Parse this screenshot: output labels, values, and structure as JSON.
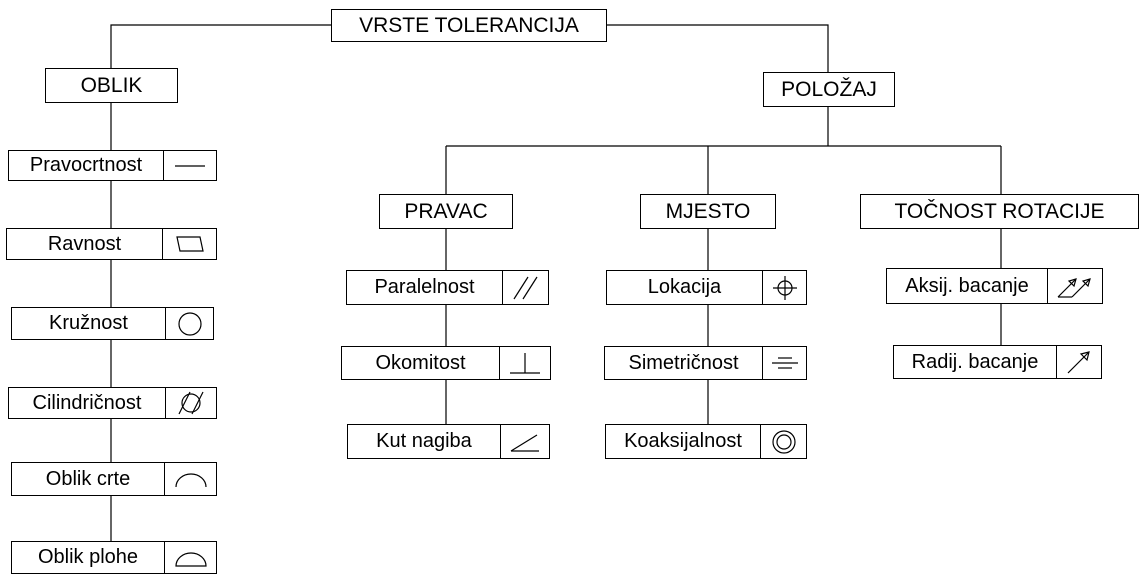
{
  "root": "VRSTE TOLERANCIJA",
  "groups": {
    "oblik": "OBLIK",
    "polozaj": "POLOŽAJ",
    "pravac": "PRAVAC",
    "mjesto": "MJESTO",
    "tocnost": "TOČNOST ROTACIJE"
  },
  "oblik_items": [
    {
      "label": "Pravocrtnost",
      "icon": "straightness-icon"
    },
    {
      "label": "Ravnost",
      "icon": "flatness-icon"
    },
    {
      "label": "Kružnost",
      "icon": "circularity-icon"
    },
    {
      "label": "Cilindričnost",
      "icon": "cylindricity-icon"
    },
    {
      "label": "Oblik crte",
      "icon": "line-profile-icon"
    },
    {
      "label": "Oblik plohe",
      "icon": "surface-profile-icon"
    }
  ],
  "pravac_items": [
    {
      "label": "Paralelnost",
      "icon": "parallelism-icon"
    },
    {
      "label": "Okomitost",
      "icon": "perpendicularity-icon"
    },
    {
      "label": "Kut nagiba",
      "icon": "angularity-icon"
    }
  ],
  "mjesto_items": [
    {
      "label": "Lokacija",
      "icon": "position-icon"
    },
    {
      "label": "Simetričnost",
      "icon": "symmetry-icon"
    },
    {
      "label": "Koaksijalnost",
      "icon": "concentricity-icon"
    }
  ],
  "tocnost_items": [
    {
      "label": "Aksij. bacanje",
      "icon": "total-runout-icon"
    },
    {
      "label": "Radij. bacanje",
      "icon": "circular-runout-icon"
    }
  ]
}
